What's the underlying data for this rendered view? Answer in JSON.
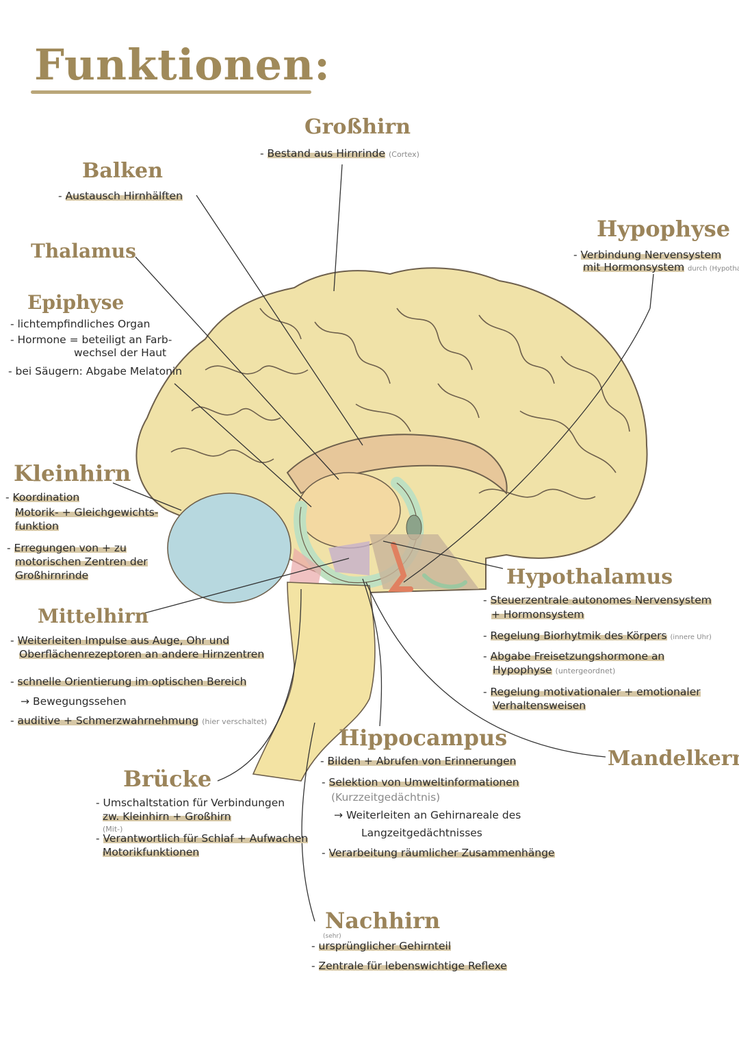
{
  "title": "Funktionen:",
  "colors": {
    "heading": "#9b845a",
    "highlight": "#d6c7a5",
    "cortex": "#f0e2a8",
    "cerebellum": "#b7d8df",
    "thalamus": "#f3d9a2",
    "fornix": "#bfe0c1",
    "brainstem": "#f3e3a3",
    "hypothalamus": "#c8b49a"
  },
  "labels": {
    "grosshirn": {
      "heading": "Großhirn",
      "lines": [
        {
          "prefix": "-",
          "text": "Bestand aus Hirnrinde",
          "note": "(Cortex)"
        }
      ]
    },
    "balken": {
      "heading": "Balken",
      "lines": [
        {
          "prefix": "-",
          "text": "Austausch Hirnhälften"
        }
      ]
    },
    "thalamus": {
      "heading": "Thalamus"
    },
    "hypophyse": {
      "heading": "Hypophyse",
      "lines": [
        {
          "prefix": "-",
          "text": "Verbindung Nervensystem"
        },
        {
          "prefix": "",
          "text": "mit Hormonsystem",
          "note": "durch (Hypothalamus)"
        }
      ]
    },
    "epiphyse": {
      "heading": "Epiphyse",
      "lines": [
        {
          "prefix": "-",
          "text": "lichtempfindliches Organ"
        },
        {
          "prefix": "-",
          "text": "Hormone = beteiligt an Farb-"
        },
        {
          "prefix": "",
          "text": "wechsel der Haut"
        },
        {
          "prefix": "-",
          "text": "bei Säugern: Abgabe Melatonin"
        }
      ]
    },
    "kleinhirn": {
      "heading": "Kleinhirn",
      "lines": [
        {
          "prefix": "-",
          "text": "Koordination"
        },
        {
          "prefix": "",
          "text": "Motorik- + Gleichgewichts-"
        },
        {
          "prefix": "",
          "text": "funktion"
        },
        {
          "prefix": "-",
          "text": "Erregungen von + zu"
        },
        {
          "prefix": "",
          "text": "motorischen Zentren der"
        },
        {
          "prefix": "",
          "text": "Großhirnrinde"
        }
      ]
    },
    "mittelhirn": {
      "heading": "Mittelhirn",
      "lines": [
        {
          "prefix": "-",
          "text": "Weiterleiten Impulse aus Auge, Ohr und"
        },
        {
          "prefix": "",
          "text": "Oberflächenrezeptoren an andere Hirnzentren"
        },
        {
          "prefix": "-",
          "text": "schnelle Orientierung im optischen Bereich"
        },
        {
          "prefix": "→",
          "text": "Bewegungssehen"
        },
        {
          "prefix": "-",
          "text": "auditive + Schmerzwahrnehmung",
          "note": "(hier verschaltet)"
        }
      ]
    },
    "hypothalamus": {
      "heading": "Hypothalamus",
      "lines": [
        {
          "prefix": "-",
          "text": "Steuerzentrale autonomes Nervensystem"
        },
        {
          "prefix": "",
          "text": "+ Hormonsystem"
        },
        {
          "prefix": "-",
          "text": "Regelung Biorhytmik des Körpers",
          "note": "(innere Uhr)"
        },
        {
          "prefix": "-",
          "text": "Abgabe Freisetzungshormone an"
        },
        {
          "prefix": "",
          "text": "Hypophyse",
          "note": "(untergeordnet)"
        },
        {
          "prefix": "-",
          "text": "Regelung motivationaler + emotionaler"
        },
        {
          "prefix": "",
          "text": "Verhaltensweisen"
        }
      ]
    },
    "hippocampus": {
      "heading": "Hippocampus",
      "lines": [
        {
          "prefix": "-",
          "text": "Bilden + Abrufen von Erinnerungen"
        },
        {
          "prefix": "-",
          "text": "Selektion von Umweltinformationen"
        },
        {
          "prefix": "",
          "text": "(Kurzzeitgedächtnis)"
        },
        {
          "prefix": "→",
          "text": "Weiterleiten an Gehirnareale des"
        },
        {
          "prefix": "",
          "text": "Langzeitgedächtnisses"
        },
        {
          "prefix": "-",
          "text": "Verarbeitung räumlicher Zusammenhänge"
        }
      ]
    },
    "mandelkern": {
      "heading": "Mandelkern"
    },
    "bruecke": {
      "heading": "Brücke",
      "lines": [
        {
          "prefix": "-",
          "text": "Umschaltstation für Verbindungen"
        },
        {
          "prefix": "",
          "text": "zw. Kleinhirn + Großhirn"
        },
        {
          "prefix": "-",
          "text": "Verantwortlich für Schlaf + Aufwachen",
          "note": "(Mit-)"
        },
        {
          "prefix": "",
          "text": "Motorikfunktionen"
        }
      ]
    },
    "nachhirn": {
      "heading": "Nachhirn",
      "lines": [
        {
          "prefix": "-",
          "text": "ursprünglicher Gehirnteil",
          "note": "(sehr)"
        },
        {
          "prefix": "-",
          "text": "Zentrale für lebenswichtige Reflexe"
        }
      ]
    }
  }
}
